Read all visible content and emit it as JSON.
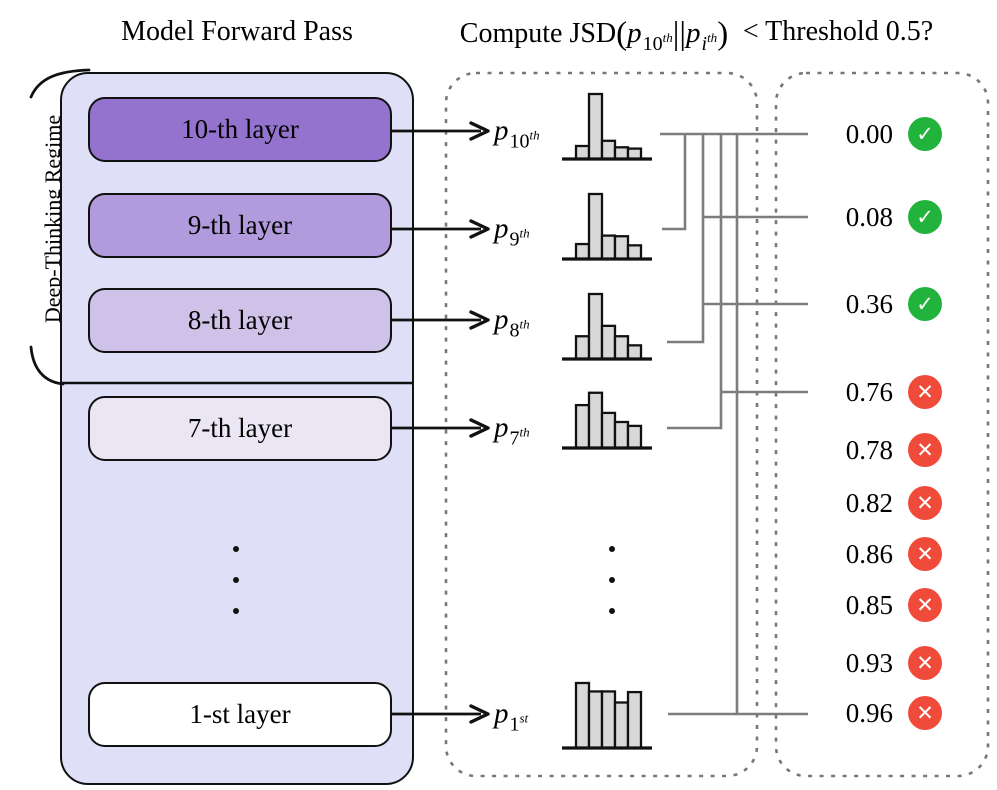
{
  "titles": {
    "forward_pass": "Model Forward Pass",
    "jsd": {
      "prefix": "Compute JSD",
      "lparen": "(",
      "p1": "p",
      "p1_sub": "10",
      "p1_sup": "th",
      "bars": "||",
      "p2": "p",
      "p2_sub": "i",
      "p2_sup": "th",
      "rparen": ")"
    },
    "threshold": "< Threshold 0.5?"
  },
  "regime_label": "Deep-Thinking Regime",
  "model": {
    "layers": [
      {
        "label": "10-th layer",
        "fill": "#9473ce"
      },
      {
        "label": "9-th layer",
        "fill": "#b19bdc"
      },
      {
        "label": "8-th layer",
        "fill": "#cfc2e8"
      },
      {
        "label": "7-th layer",
        "fill": "#ebe6f4"
      },
      {
        "label": "1-st layer",
        "fill": "#ffffff"
      }
    ]
  },
  "distributions": [
    {
      "base": "p",
      "sub": "10",
      "sup": "th",
      "bars": [
        0.2,
        1.0,
        0.28,
        0.18,
        0.16
      ]
    },
    {
      "base": "p",
      "sub": "9",
      "sup": "th",
      "bars": [
        0.23,
        1.0,
        0.36,
        0.35,
        0.21
      ]
    },
    {
      "base": "p",
      "sub": "8",
      "sup": "th",
      "bars": [
        0.35,
        1.0,
        0.51,
        0.35,
        0.21
      ]
    },
    {
      "base": "p",
      "sub": "7",
      "sup": "th",
      "bars": [
        0.66,
        0.85,
        0.54,
        0.4,
        0.34
      ]
    },
    {
      "base": "p",
      "sub": "1",
      "sup": "st",
      "bars": [
        1.0,
        0.87,
        0.87,
        0.7,
        0.86
      ]
    }
  ],
  "results": [
    {
      "value": "0.00",
      "pass": true
    },
    {
      "value": "0.08",
      "pass": true
    },
    {
      "value": "0.36",
      "pass": true
    },
    {
      "value": "0.76",
      "pass": false
    },
    {
      "value": "0.78",
      "pass": false
    },
    {
      "value": "0.82",
      "pass": false
    },
    {
      "value": "0.86",
      "pass": false
    },
    {
      "value": "0.85",
      "pass": false
    },
    {
      "value": "0.93",
      "pass": false
    },
    {
      "value": "0.96",
      "pass": false
    }
  ],
  "icons": {
    "pass": "check-icon",
    "pass_glyph": "✓",
    "fail": "cross-icon",
    "fail_glyph": "✕"
  },
  "colors": {
    "pass_green": "#22b33c",
    "fail_red": "#f04a3a",
    "container_fill": "#dfe0f8",
    "bar_fill": "#d8d8d8",
    "line_gray": "#7d7d7d",
    "border_black": "#111111"
  }
}
